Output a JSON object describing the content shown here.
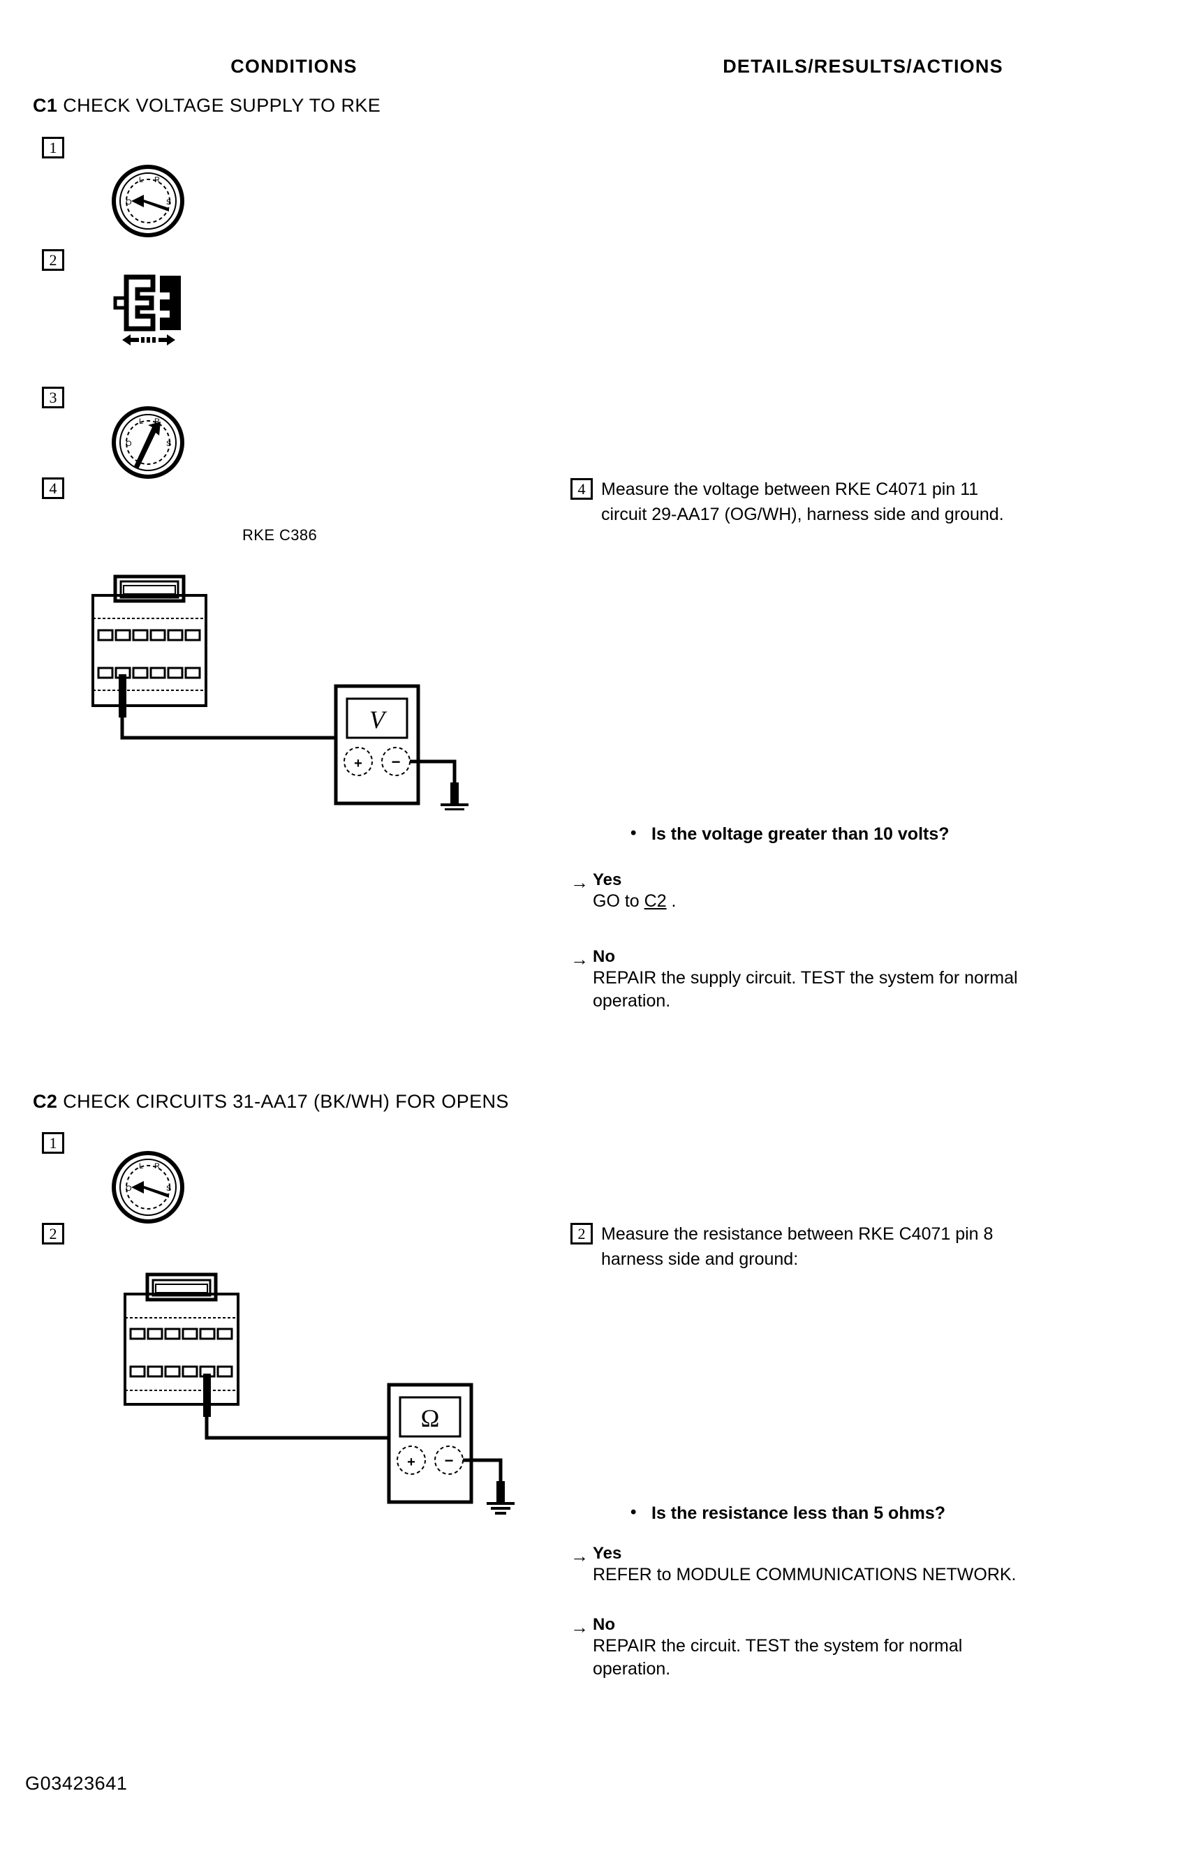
{
  "document": {
    "figure_id": "G03423641"
  },
  "table": {
    "headers": {
      "conditions": "CONDITIONS",
      "details": "DETAILS/RESULTS/ACTIONS"
    }
  },
  "sections": [
    {
      "code": "C1",
      "title": "CHECK VOLTAGE SUPPLY TO RKE",
      "condition_steps": [
        {
          "number": "1",
          "icon": "ignition-key-off-icon"
        },
        {
          "number": "2",
          "icon": "connector-disconnect-icon",
          "label": "RKE C386"
        },
        {
          "number": "3",
          "icon": "ignition-key-run-icon"
        },
        {
          "number": "4",
          "icon": "connector-voltmeter-figure",
          "meter_symbol": "V"
        }
      ],
      "instruction": {
        "number": "4",
        "text": "Measure the voltage between RKE C4071 pin 11\ncircuit 29-AA17 (OG/WH), harness side and ground."
      },
      "question": "Is the voltage greater than 10 volts?",
      "branches": [
        {
          "arrow": "→",
          "label": "Yes",
          "body_before": "GO to ",
          "xref": "C2",
          "body_after": " ."
        },
        {
          "arrow": "→",
          "label": "No",
          "body": "REPAIR the supply circuit. TEST the system for normal\noperation."
        }
      ]
    },
    {
      "code": "C2",
      "title": "CHECK CIRCUITS 31-AA17 (BK/WH) FOR OPENS",
      "condition_steps": [
        {
          "number": "1",
          "icon": "ignition-key-off-icon"
        },
        {
          "number": "2",
          "icon": "connector-ohmmeter-figure",
          "meter_symbol": "Ω"
        }
      ],
      "instruction": {
        "number": "2",
        "text": "Measure the resistance between RKE C4071 pin 8\nharness side and ground:"
      },
      "question": "Is the resistance less than 5 ohms?",
      "branches": [
        {
          "arrow": "→",
          "label": "Yes",
          "body": "REFER to MODULE COMMUNICATIONS NETWORK."
        },
        {
          "arrow": "→",
          "label": "No",
          "body": "REPAIR the circuit. TEST the system for normal\noperation."
        }
      ]
    }
  ],
  "icons": {
    "ignition_positions": [
      "L",
      "R",
      "O",
      "S"
    ],
    "meter_probe_plus": "+",
    "meter_probe_minus": "−"
  },
  "colors": {
    "ink": "#000000",
    "paper": "#ffffff"
  }
}
